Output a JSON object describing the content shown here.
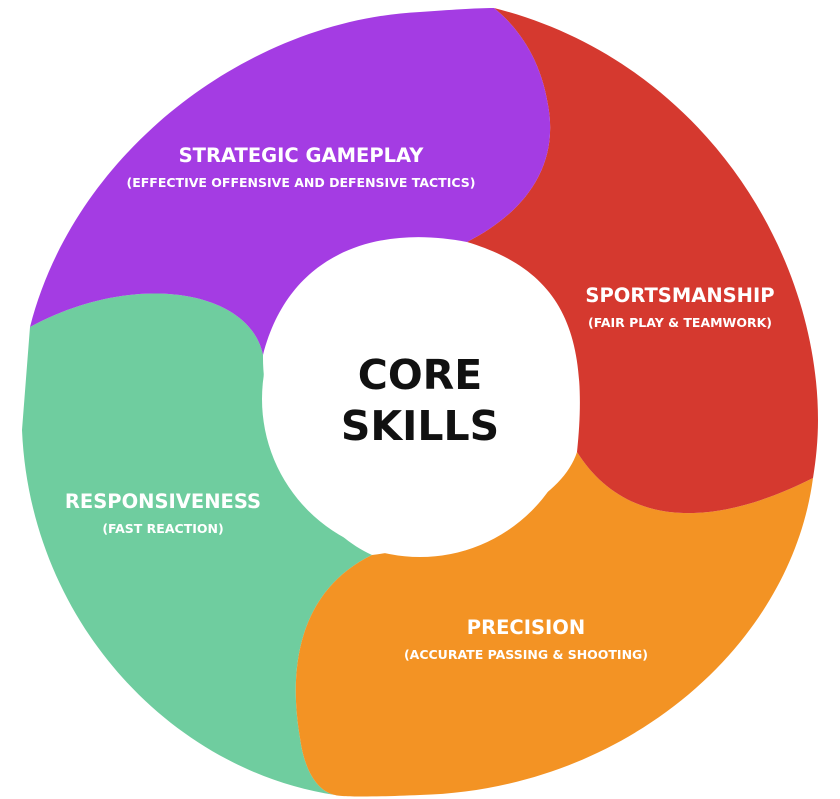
{
  "center": {
    "line1": "CORE",
    "line2": "SKILLS"
  },
  "segments": [
    {
      "id": "strategic",
      "title": "STRATEGIC GAMEPLAY",
      "subtitle": "(EFFECTIVE OFFENSIVE AND DEFENSIVE TACTICS)",
      "color": "#A43CE3"
    },
    {
      "id": "sportsmanship",
      "title": "SPORTSMANSHIP",
      "subtitle": "(FAIR PLAY & TEAMWORK)",
      "color": "#D5392F"
    },
    {
      "id": "precision",
      "title": "PRECISION",
      "subtitle": "(ACCURATE PASSING & SHOOTING)",
      "color": "#F39324"
    },
    {
      "id": "responsiveness",
      "title": "RESPONSIVENESS",
      "subtitle": "(FAST REACTION)",
      "color": "#6FCD9F"
    }
  ]
}
